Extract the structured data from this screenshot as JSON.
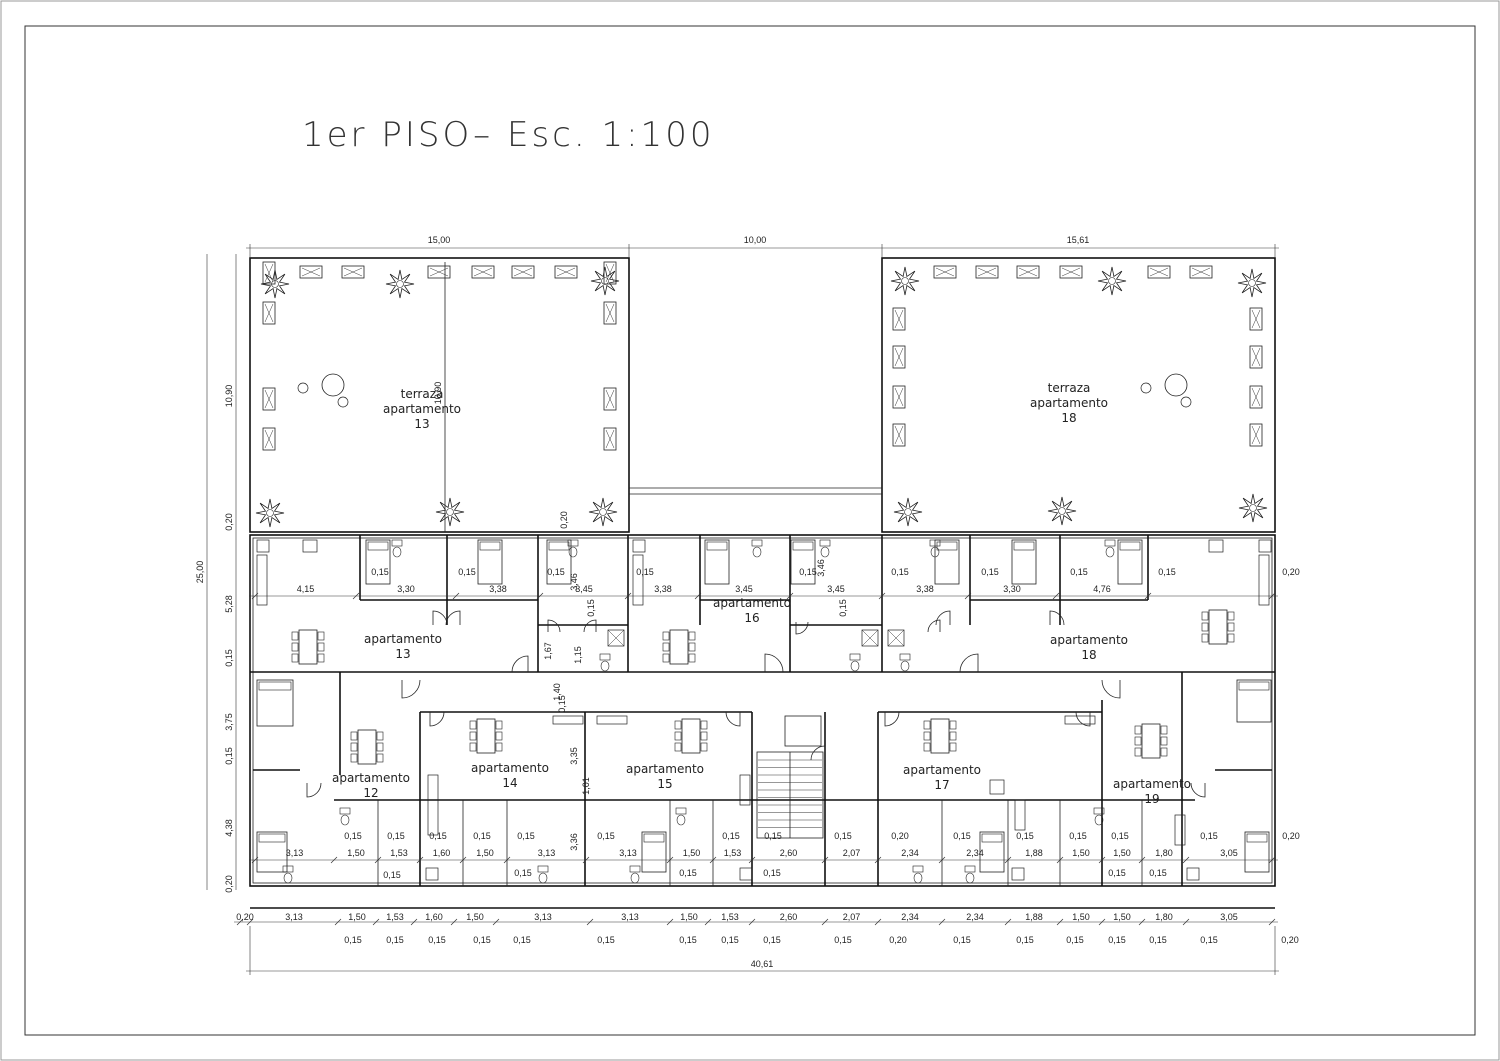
{
  "title": "1er PISO– Esc. 1:100",
  "terraces": [
    {
      "line1": "terraza",
      "line2": "apartamento",
      "number": "13"
    },
    {
      "line1": "terraza",
      "line2": "apartamento",
      "number": "18"
    }
  ],
  "apartments": [
    {
      "label": "apartamento",
      "number": "13"
    },
    {
      "label": "apartamento",
      "number": "16"
    },
    {
      "label": "apartamento",
      "number": "18"
    },
    {
      "label": "apartamento",
      "number": "12"
    },
    {
      "label": "apartamento",
      "number": "14"
    },
    {
      "label": "apartamento",
      "number": "15"
    },
    {
      "label": "apartamento",
      "number": "17"
    },
    {
      "label": "apartamento",
      "number": "19"
    }
  ],
  "top_dimensions": [
    "15,00",
    "10,00",
    "15,61"
  ],
  "total_width": "40,61",
  "left_dimensions": [
    "10,90",
    "0,20",
    "5,28",
    "0,15",
    "3,75",
    "0,15",
    "4,38",
    "0,20"
  ],
  "overall_height": "25,00",
  "bottom_row_1": [
    "0,20",
    "3,13",
    "1,50",
    "1,53",
    "1,60",
    "1,50",
    "3,13",
    "3,13",
    "1,50",
    "1,53",
    "2,60",
    "2,07",
    "2,34",
    "2,34",
    "1,88",
    "1,50",
    "1,50",
    "1,80",
    "3,05"
  ],
  "bottom_row_2": [
    "0,15",
    "0,15",
    "0,15",
    "0,15",
    "0,15",
    "0,15",
    "0,15",
    "0,15",
    "0,15",
    "0,15",
    "0,20",
    "0,15",
    "0,15",
    "0,15",
    "0,15",
    "0,15",
    "0,15",
    "0,20"
  ],
  "upper_row_dims": [
    "4,15",
    "3,30",
    "3,38",
    "3,45",
    "3,38",
    "3,45",
    "3,45",
    "3,38",
    "3,30",
    "4,76"
  ],
  "upper_row_walls": [
    "0,15",
    "0,15",
    "0,15",
    "0,15",
    "0,15",
    "0,15",
    "0,15",
    "0,15",
    "0,15",
    "0,20"
  ],
  "lower_row_dims": [
    "3,13",
    "1,50",
    "1,53",
    "1,60",
    "1,50",
    "3,13",
    "3,13",
    "1,50",
    "1,53",
    "2,60",
    "2,07",
    "2,34",
    "2,34",
    "1,88",
    "1,50",
    "1,50",
    "1,80",
    "3,05"
  ],
  "lower_row_walls": [
    "0,15",
    "0,15",
    "0,15",
    "0,15",
    "0,15",
    "0,15",
    "0,15",
    "0,15",
    "0,15",
    "0,20",
    "0,15",
    "0,15",
    "0,15",
    "0,15",
    "0,15",
    "0,20"
  ],
  "interior_dims": [
    "10,90",
    "0,20",
    "3,46",
    "0,15",
    "3,46",
    "0,15",
    "1,67",
    "1,15",
    "1,40",
    "0,15",
    "3,35",
    "1,01",
    "3,36",
    "0,15",
    "0,15",
    "0,15",
    "0,15",
    "0,15",
    "0,15"
  ]
}
